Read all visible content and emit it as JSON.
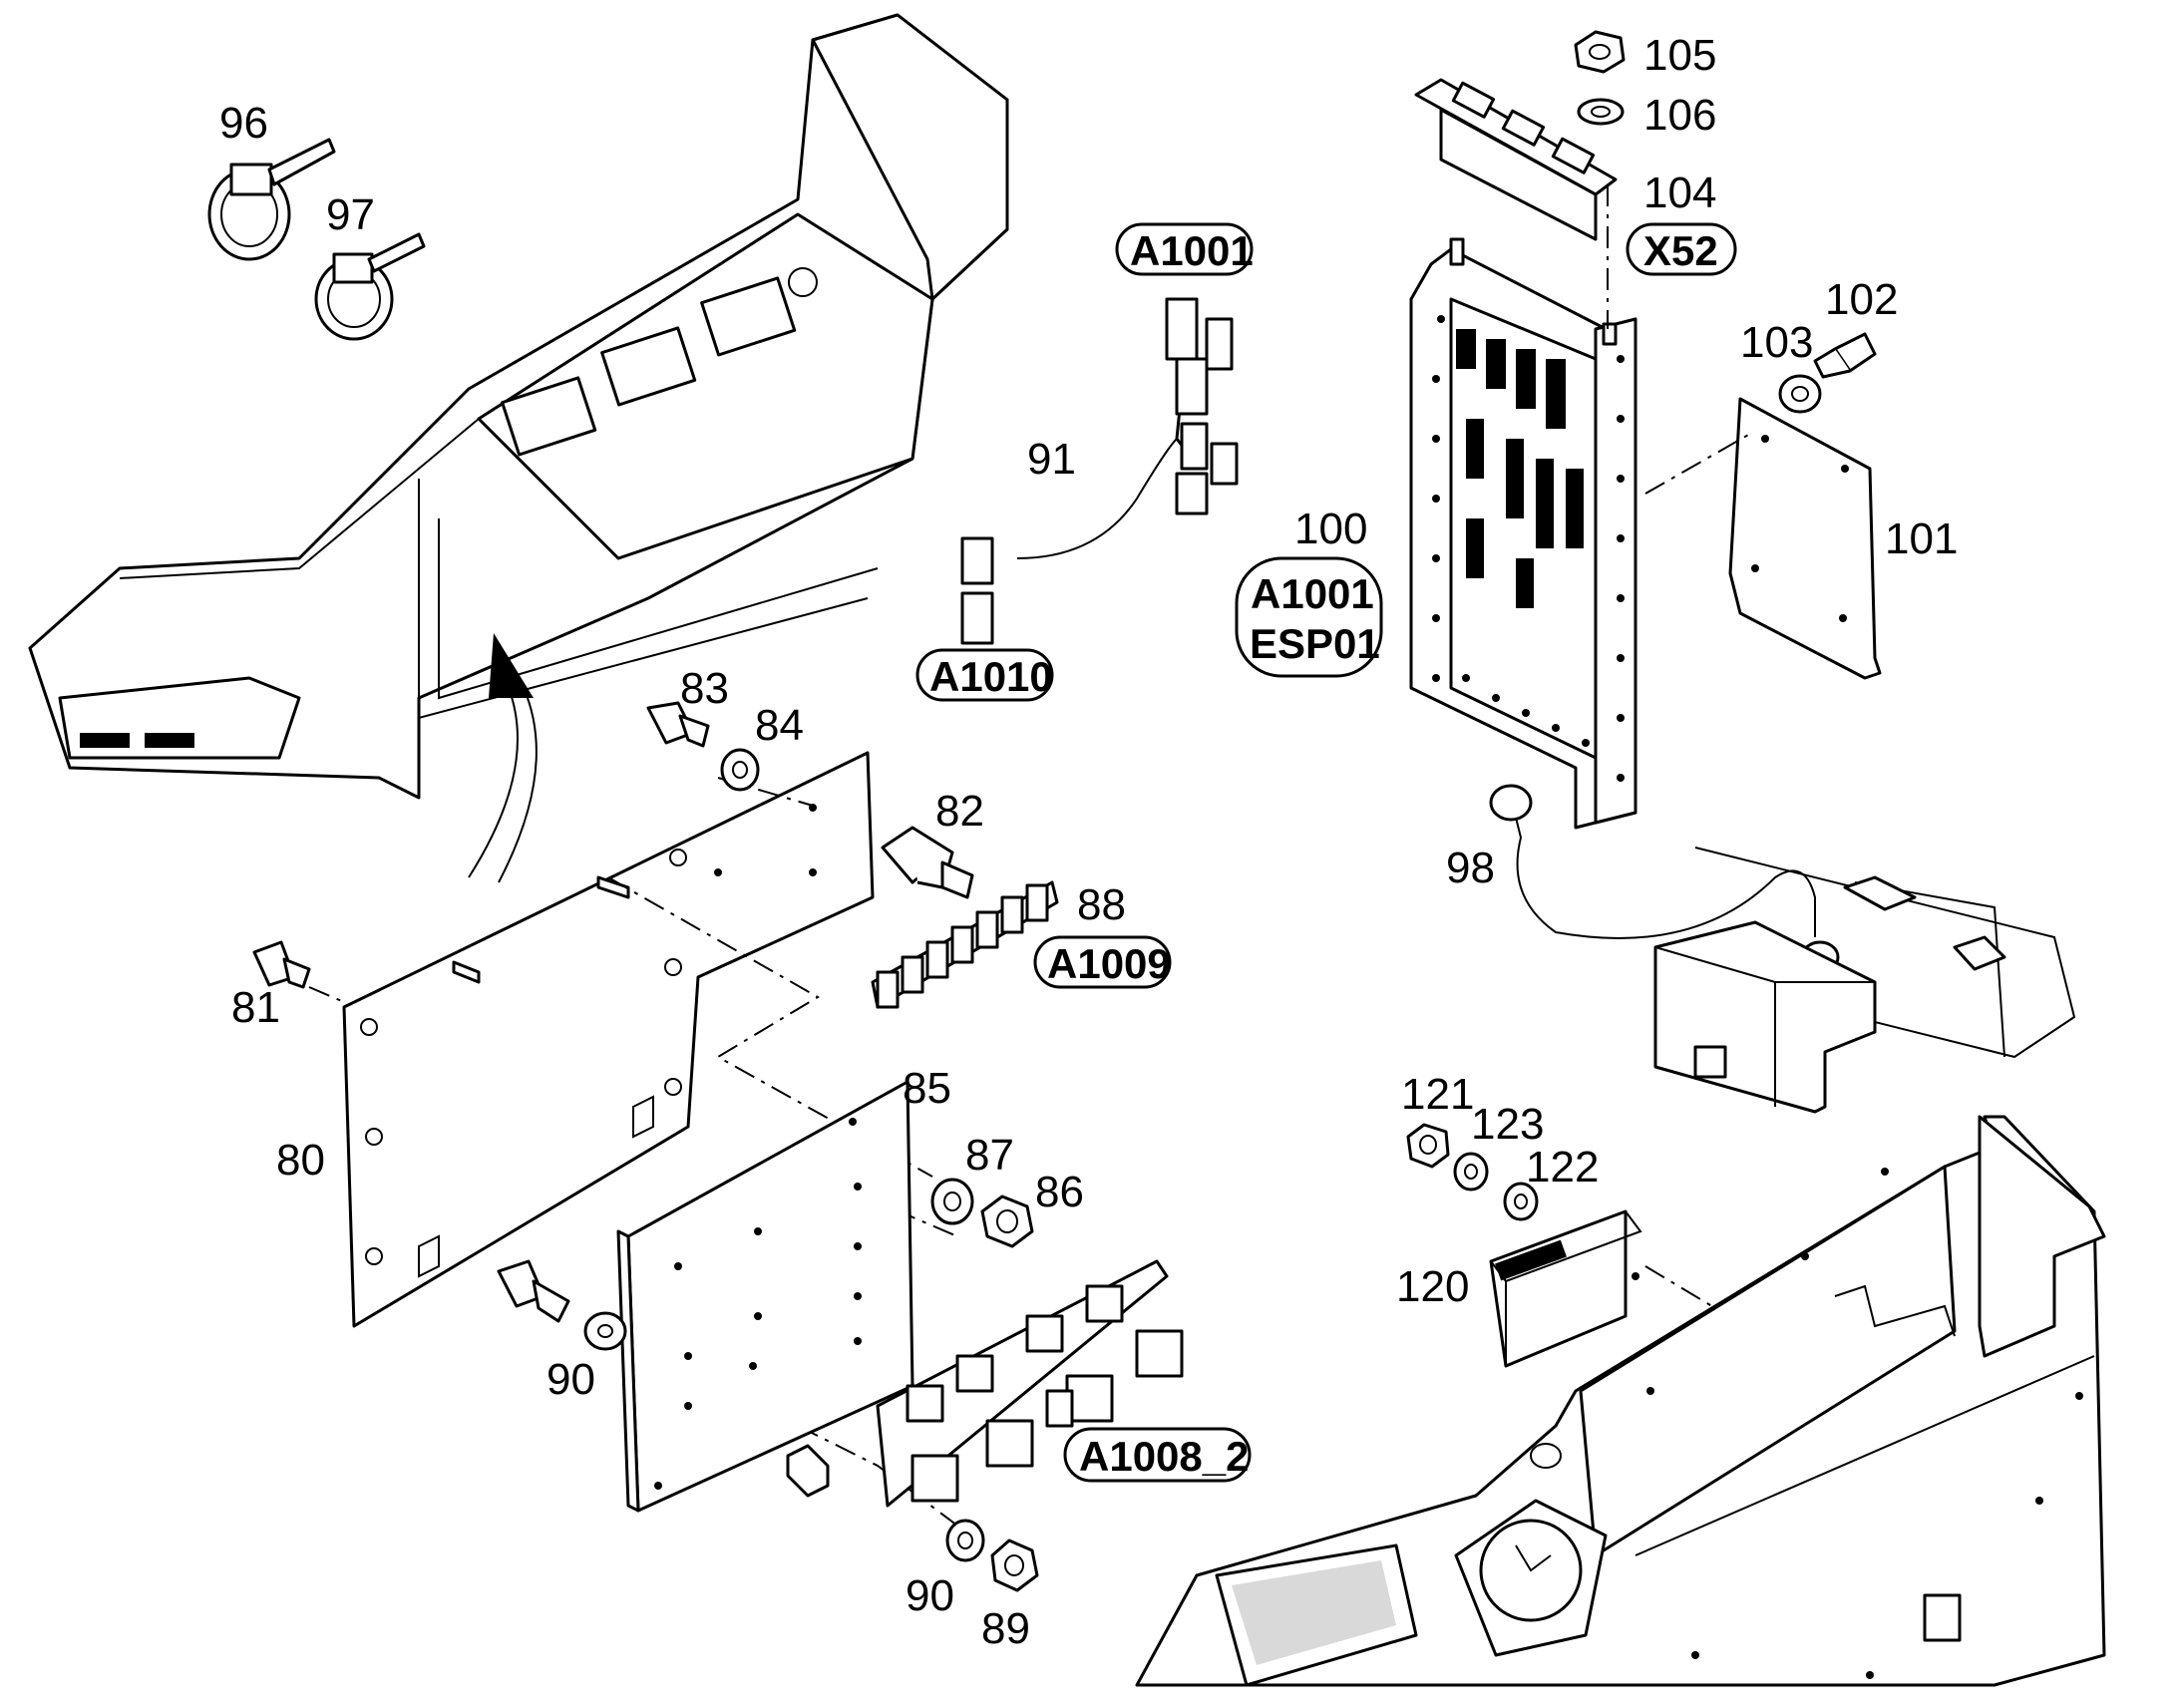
{
  "callouts": {
    "n80": "80",
    "n81": "81",
    "n82": "82",
    "n83": "83",
    "n84": "84",
    "n85": "85",
    "n86": "86",
    "n87": "87",
    "n88": "88",
    "n89": "89",
    "n90a": "90",
    "n90b": "90",
    "n91": "91",
    "n96": "96",
    "n97": "97",
    "n98": "98",
    "n100": "100",
    "n101": "101",
    "n102": "102",
    "n103": "103",
    "n104": "104",
    "n105": "105",
    "n106": "106",
    "n120": "120",
    "n121": "121",
    "n122": "122",
    "n123": "123"
  },
  "tags": {
    "a1001_top": "A1001",
    "a1010": "A1010",
    "a1001_board": "A1001",
    "esp01": "ESP01",
    "x52": "X52",
    "a1009": "A1009",
    "a1008_2": "A1008_2"
  },
  "colors": {
    "line": "#000000",
    "background": "#ffffff"
  }
}
